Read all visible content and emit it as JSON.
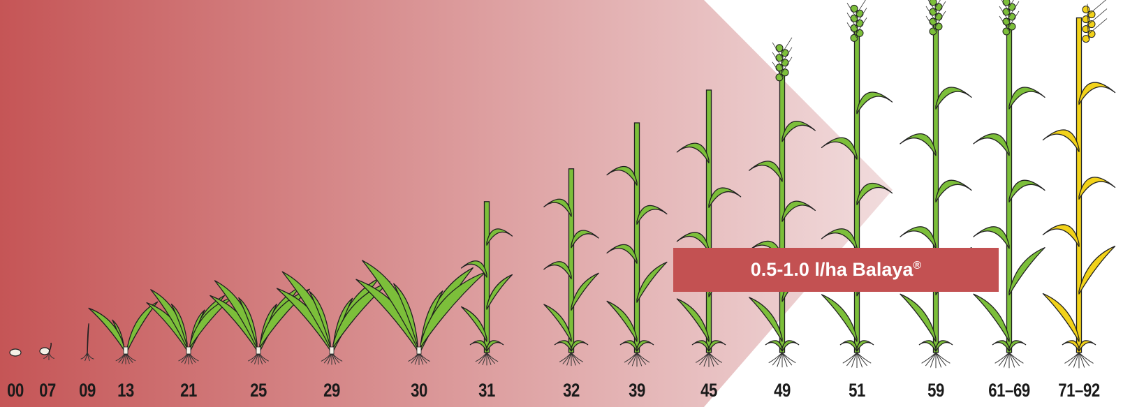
{
  "colors": {
    "band_start": "#c55556",
    "band_end": "#f1dcdd",
    "leaf_green": "#7cbf3a",
    "ripe_yellow": "#f2d21a",
    "outline": "#1f1f1f",
    "box_fill": "#c35152"
  },
  "application": {
    "rate": "0.5-1.0 l/ha Balaya",
    "mark": "®"
  },
  "stages": [
    {
      "code": "00",
      "kind": "seed"
    },
    {
      "code": "07",
      "kind": "sprout"
    },
    {
      "code": "09",
      "kind": "single"
    },
    {
      "code": "13",
      "kind": "leaves",
      "h": 0.22
    },
    {
      "code": "21",
      "kind": "tiller",
      "h": 0.25
    },
    {
      "code": "25",
      "kind": "tiller",
      "h": 0.29
    },
    {
      "code": "29",
      "kind": "tiller",
      "h": 0.33
    },
    {
      "code": "30",
      "kind": "tiller",
      "h": 0.38
    },
    {
      "code": "31",
      "kind": "stem",
      "h": 0.46
    },
    {
      "code": "32",
      "kind": "stem",
      "h": 0.56
    },
    {
      "code": "39",
      "kind": "stem",
      "h": 0.7
    },
    {
      "code": "45",
      "kind": "stem",
      "h": 0.8
    },
    {
      "code": "49",
      "kind": "ear",
      "h": 0.86
    },
    {
      "code": "51",
      "kind": "ear",
      "h": 0.98
    },
    {
      "code": "59",
      "kind": "ear",
      "h": 1.0
    },
    {
      "code": "61–69",
      "kind": "ear",
      "h": 1.0
    },
    {
      "code": "71–92",
      "kind": "ripe",
      "h": 1.02
    }
  ]
}
